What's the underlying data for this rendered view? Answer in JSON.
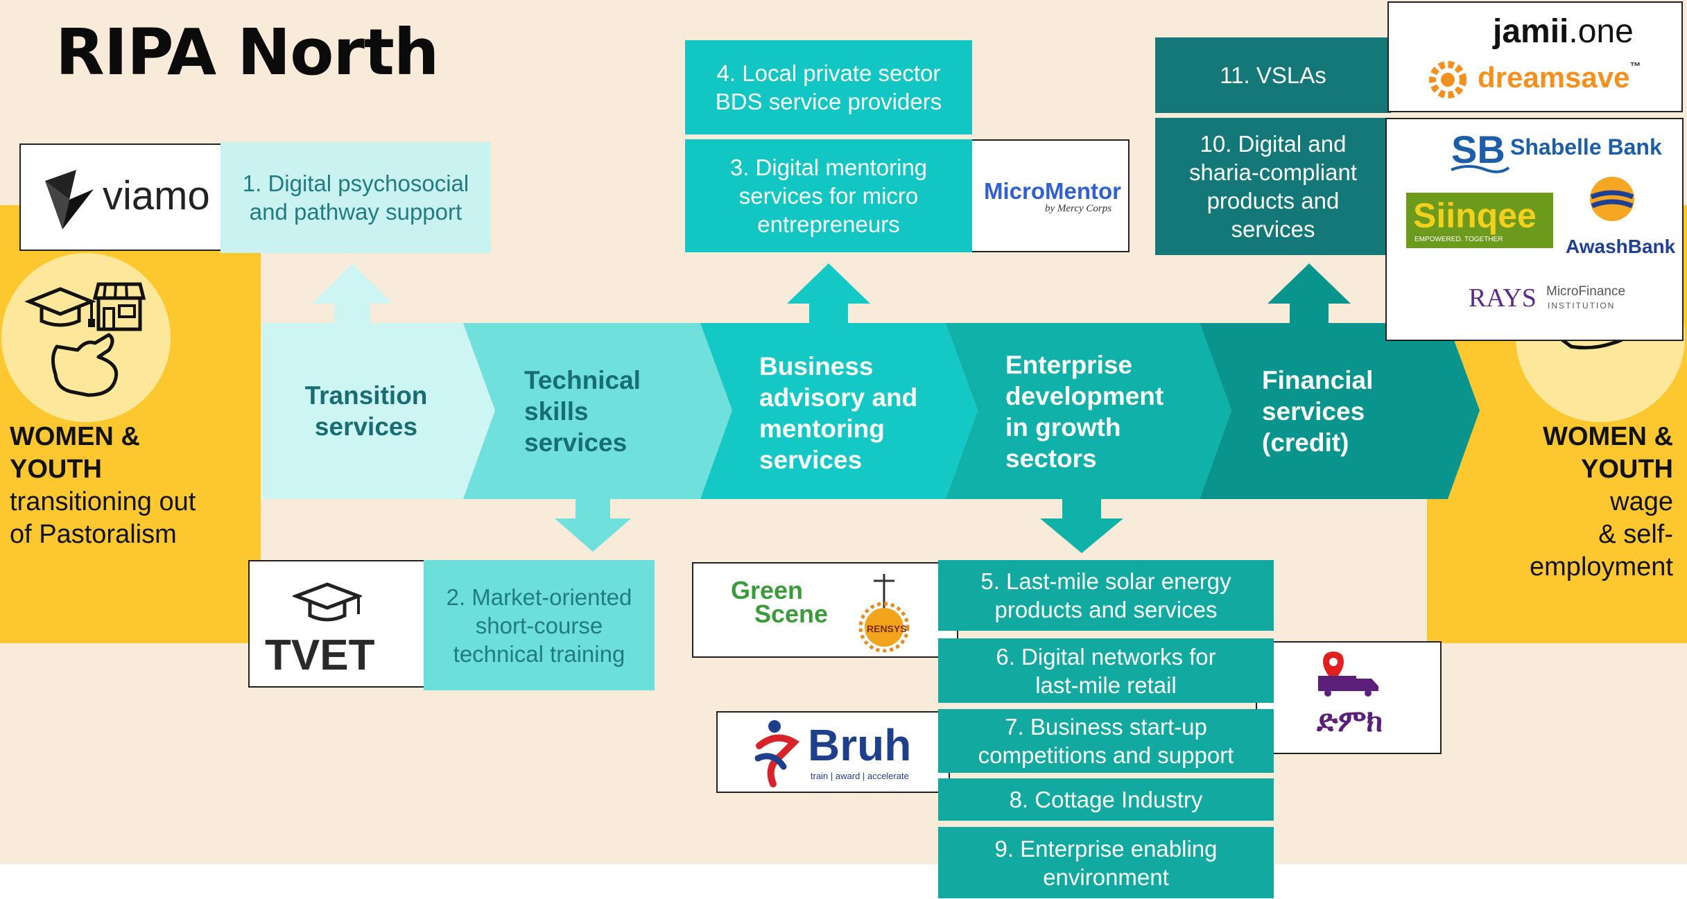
{
  "title": "RIPA North",
  "left_side": {
    "bold": "WOMEN &\nYOUTH",
    "text": "transitioning out\nof Pastoralism"
  },
  "right_side": {
    "bold": "WOMEN &\nYOUTH",
    "text": "wage\n& self-\nemployment"
  },
  "chevrons": [
    {
      "label": "Transition\nservices"
    },
    {
      "label": "Technical\nskills\nservices"
    },
    {
      "label": "Business\nadvisory and\nmentoring\nservices"
    },
    {
      "label": "Enterprise\ndevelopment\nin growth\nsectors"
    },
    {
      "label": "Financial\nservices\n(credit)"
    }
  ],
  "services": {
    "s1": "1. Digital psychosocial\nand pathway support",
    "s2": "2. Market-oriented\nshort-course\ntechnical training",
    "s3": "3. Digital mentoring\nservices for micro\nentrepreneurs",
    "s4": "4. Local private sector\nBDS service providers",
    "s5": "5. Last-mile solar energy\nproducts and services",
    "s6": "6. Digital networks for\nlast-mile retail",
    "s7": "7. Business start-up\ncompetitions and support",
    "s8": "8. Cottage Industry",
    "s9": "9. Enterprise enabling\nenvironment",
    "s10": "10. Digital and\nsharia-compliant\nproducts and\nservices",
    "s11": "11. VSLAs"
  },
  "logos": {
    "viamo": "viamo",
    "tvet": "TVET",
    "micromentor": "MicroMentor",
    "micromentor_sub": "by Mercy Corps",
    "green": "Green",
    "scene": "Scene",
    "rensys": "RENSYS",
    "bruh": "Bruh",
    "bruh_sub": "train | award | accelerate",
    "jamii": "jamii",
    "jamii_dot": ".one",
    "dreamsave": "dreamsave",
    "dreamsave_tm": "™",
    "shabelle": "Shabelle Bank",
    "siinqee": "Siinqee",
    "siinqee_sub": "EMPOWERED. TOGETHER",
    "awash": "AwashBank",
    "rays": "RAYS",
    "rays_mf": "MicroFinance",
    "rays_inst": "INSTITUTION",
    "delivery": "ድምክ"
  },
  "colors": {
    "background": "#f9ebda",
    "side_yellow": "#fdc72f",
    "chevron_1": "#ccf5f3",
    "chevron_2": "#6fe0dc",
    "chevron_3": "#14c8c6",
    "chevron_4": "#0fb1a8",
    "chevron_5": "#09958e",
    "service_light": "#c9f2f1",
    "service_mid": "#6cdfdb",
    "service_cyan": "#12c6c4",
    "service_teal": "#12aaa0",
    "service_dark": "#147878"
  }
}
